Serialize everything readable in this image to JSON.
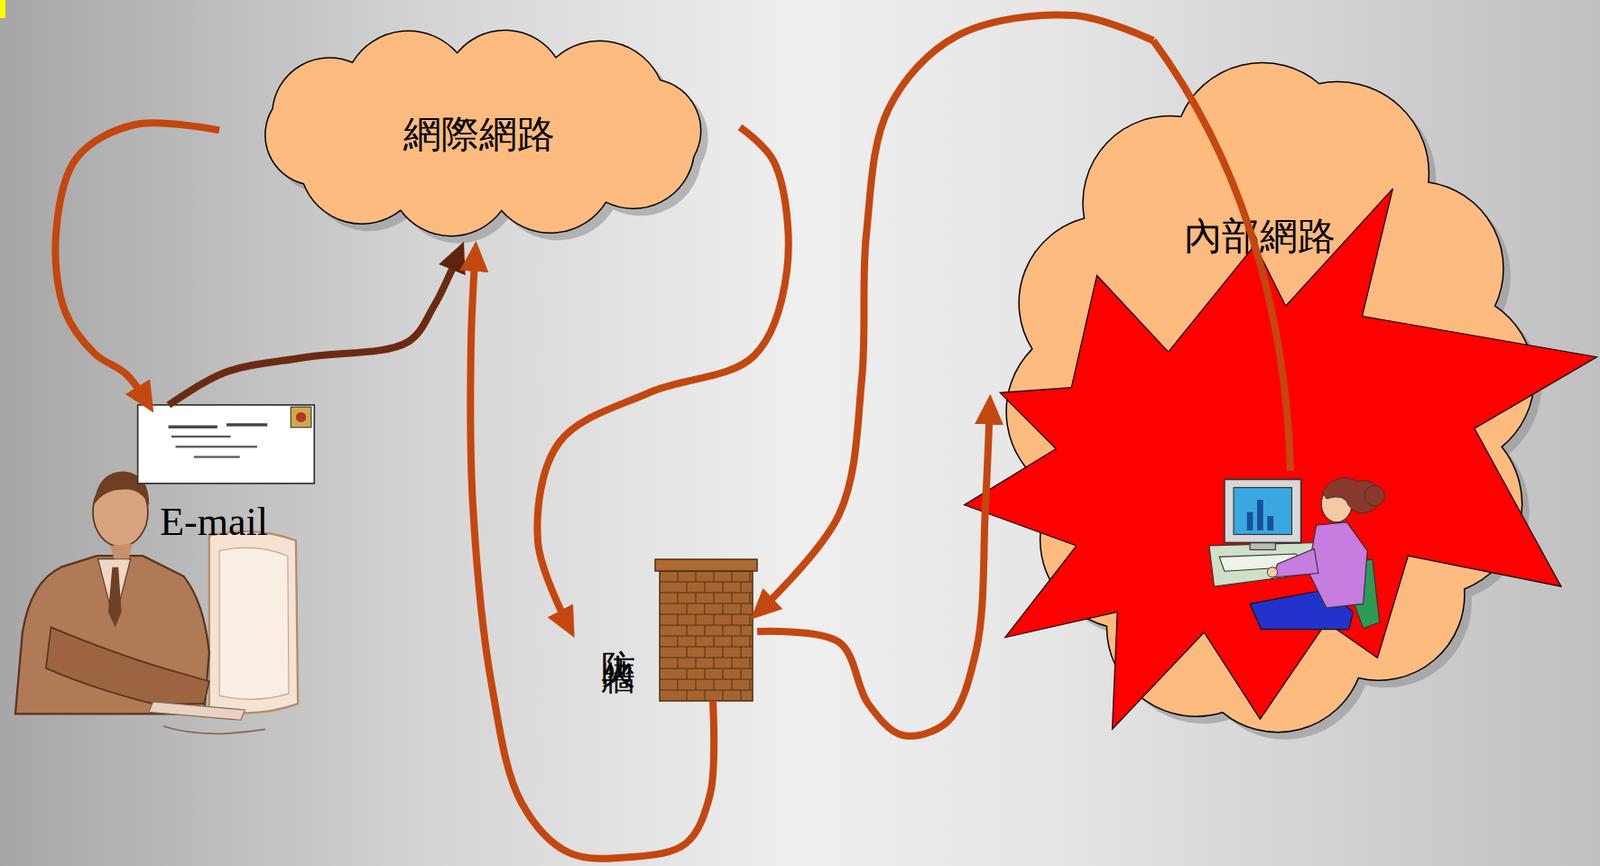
{
  "diagram": {
    "nodes": [
      {
        "text": [
          "網際網路"
        ]
      },
      {
        "text": [
          "內部網路"
        ]
      },
      {
        "text": [
          "E-mail"
        ]
      },
      {
        "text": [
          "防火牆"
        ]
      }
    ],
    "edges": [
      {
        "from": 0,
        "to": 2,
        "arrow": "to"
      },
      {
        "from": 2,
        "to": 0,
        "arrow": "to"
      },
      {
        "from": 0,
        "to": 3,
        "arrow": "to"
      },
      {
        "from": 3,
        "to": 1,
        "arrow": "to"
      },
      {
        "from": 1,
        "to": 3,
        "arrow": "to"
      },
      {
        "from": 3,
        "to": 0,
        "arrow": "to"
      }
    ]
  }
}
